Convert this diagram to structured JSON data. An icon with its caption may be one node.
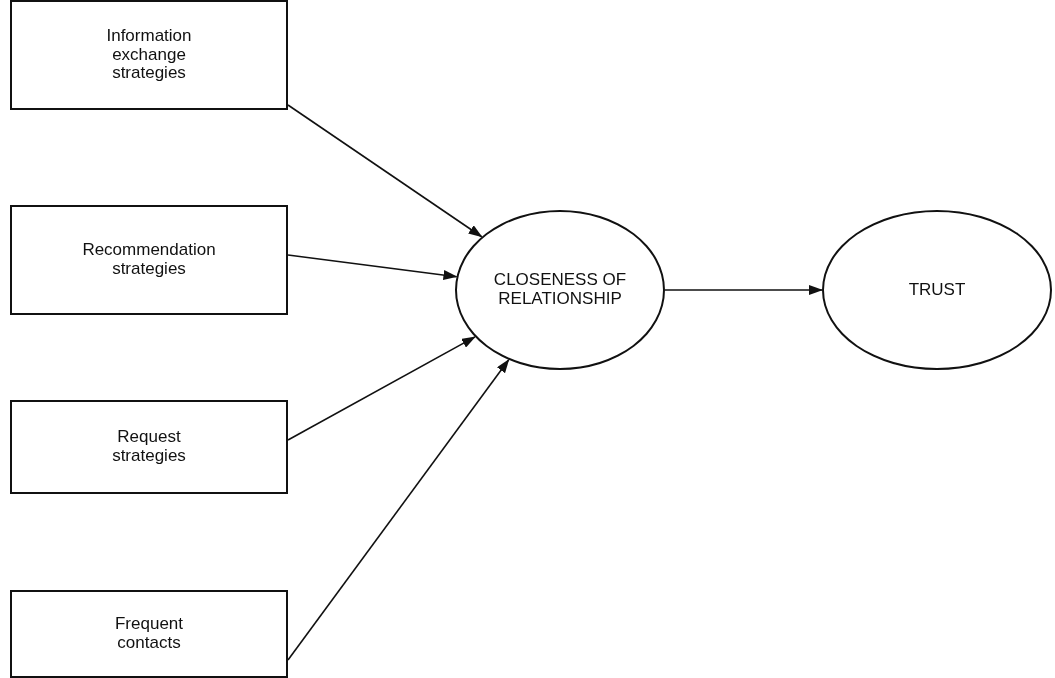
{
  "diagram": {
    "nodes": [
      {
        "text": [
          "Information exchange strategies"
        ]
      },
      {
        "text": [
          "Recommendation strategies"
        ]
      },
      {
        "text": [
          "Request strategies"
        ]
      },
      {
        "text": [
          "Frequent contacts"
        ]
      },
      {
        "text": [
          "CLOSENESS OF RELATIONSHIP"
        ]
      },
      {
        "text": [
          "TRUST"
        ]
      }
    ],
    "edges": [
      {
        "from": 0,
        "to": 4,
        "arrow": "to"
      },
      {
        "from": 1,
        "to": 4,
        "arrow": "to"
      },
      {
        "from": 2,
        "to": 4,
        "arrow": "to"
      },
      {
        "from": 3,
        "to": 4,
        "arrow": "to"
      },
      {
        "from": 4,
        "to": 5,
        "arrow": "to"
      }
    ]
  }
}
